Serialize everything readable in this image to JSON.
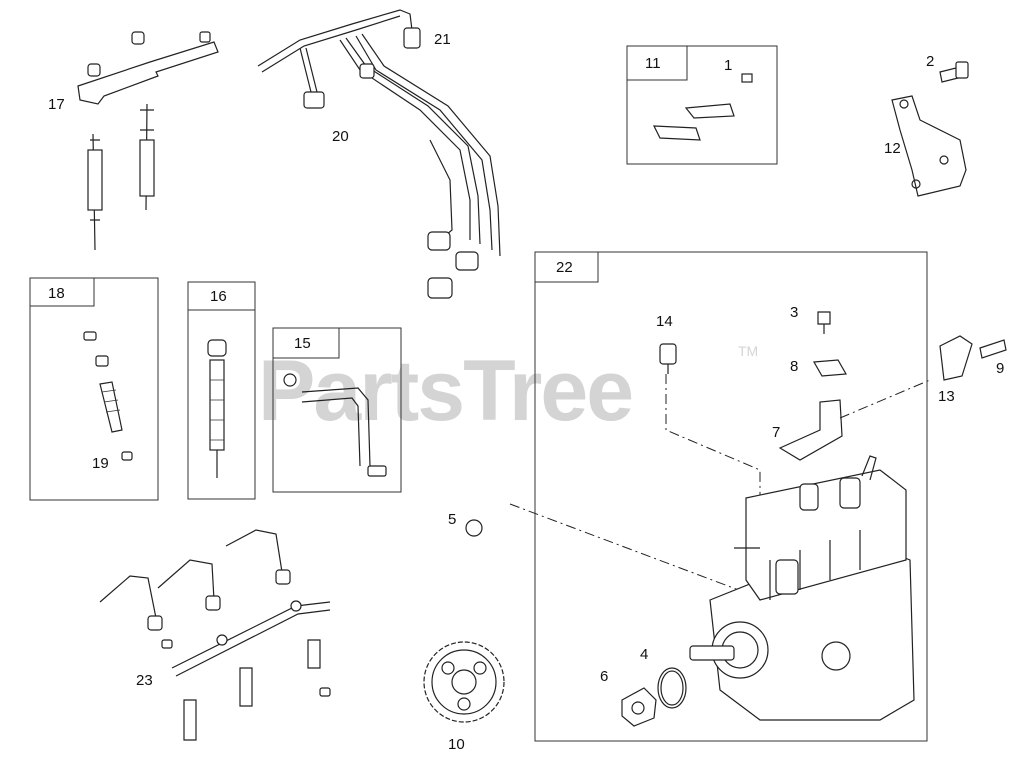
{
  "watermark": {
    "text": "PartsTree",
    "tm": "TM"
  },
  "callouts": {
    "c1": "1",
    "c2": "2",
    "c3": "3",
    "c4": "4",
    "c5": "5",
    "c6": "6",
    "c7": "7",
    "c8": "8",
    "c9": "9",
    "c10": "10",
    "c11": "11",
    "c12": "12",
    "c13": "13",
    "c14": "14",
    "c15": "15",
    "c16": "16",
    "c17": "17",
    "c18": "18",
    "c19": "19",
    "c20": "20",
    "c21": "21",
    "c22": "22",
    "c23": "23"
  }
}
